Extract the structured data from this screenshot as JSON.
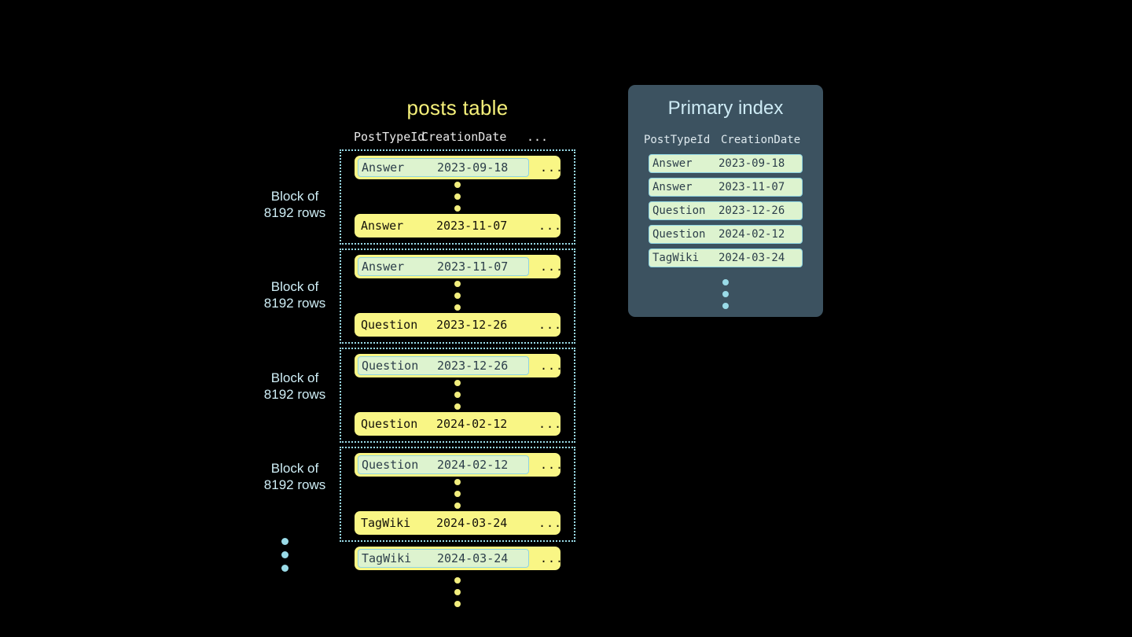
{
  "posts_table": {
    "title": "posts table",
    "columns": [
      "PostTypeId",
      "CreationDate",
      "..."
    ],
    "blocks": [
      {
        "label_line1": "Block of",
        "label_line2": "8192 rows",
        "first_row": {
          "type": "Answer",
          "date": "2023-09-18",
          "more": "...",
          "highlighted": true
        },
        "last_row": {
          "type": "Answer",
          "date": "2023-11-07",
          "more": "...",
          "highlighted": false
        }
      },
      {
        "label_line1": "Block of",
        "label_line2": "8192 rows",
        "first_row": {
          "type": "Answer",
          "date": "2023-11-07",
          "more": "...",
          "highlighted": true
        },
        "last_row": {
          "type": "Question",
          "date": "2023-12-26",
          "more": "...",
          "highlighted": false
        }
      },
      {
        "label_line1": "Block of",
        "label_line2": "8192 rows",
        "first_row": {
          "type": "Question",
          "date": "2023-12-26",
          "more": "...",
          "highlighted": true
        },
        "last_row": {
          "type": "Question",
          "date": "2024-02-12",
          "more": "...",
          "highlighted": false
        }
      },
      {
        "label_line1": "Block of",
        "label_line2": "8192 rows",
        "first_row": {
          "type": "Question",
          "date": "2024-02-12",
          "more": "...",
          "highlighted": true
        },
        "last_row": {
          "type": "TagWiki",
          "date": "2024-03-24",
          "more": "...",
          "highlighted": false
        }
      }
    ],
    "tail_row": {
      "type": "TagWiki",
      "date": "2024-03-24",
      "more": "...",
      "highlighted": true
    }
  },
  "primary_index": {
    "title": "Primary index",
    "columns": [
      "PostTypeId",
      "CreationDate"
    ],
    "rows": [
      {
        "type": "Answer",
        "date": "2023-09-18"
      },
      {
        "type": "Answer",
        "date": "2023-11-07"
      },
      {
        "type": "Question",
        "date": "2023-12-26"
      },
      {
        "type": "Question",
        "date": "2024-02-12"
      },
      {
        "type": "TagWiki",
        "date": "2024-03-24"
      }
    ]
  },
  "colors": {
    "background": "#000000",
    "row_yellow": "#f9f685",
    "highlight_green": "#ddf3cf",
    "accent_cyan": "#9adbe8",
    "panel_slate": "#3c5260",
    "title_yellow": "#f5f07a"
  }
}
